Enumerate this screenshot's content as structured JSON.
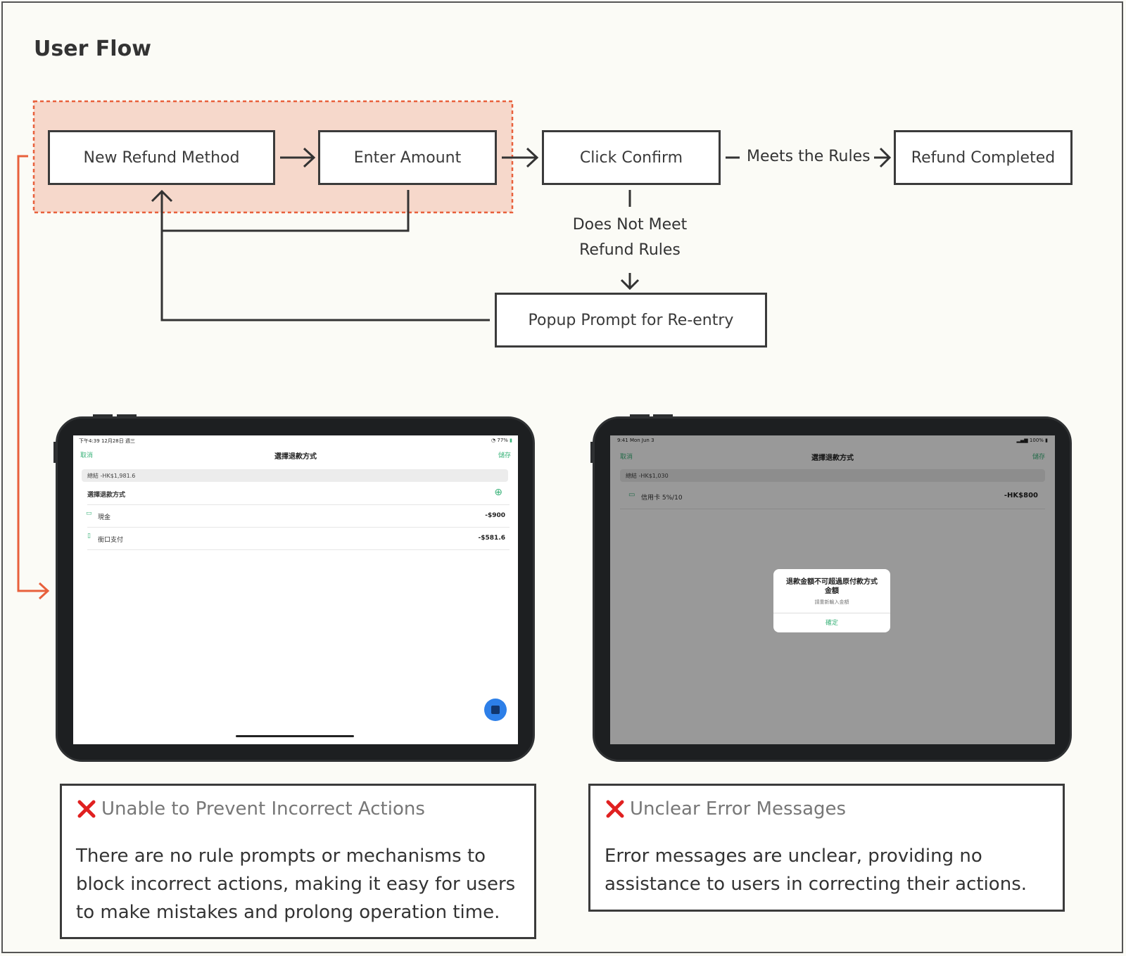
{
  "heading": "User Flow",
  "flow": {
    "new_refund_method": "New Refund Method",
    "enter_amount": "Enter Amount",
    "click_confirm": "Click Confirm",
    "meets_rules": "Meets the Rules",
    "refund_completed": "Refund Completed",
    "not_meet_line1": "Does Not Meet",
    "not_meet_line2": "Refund Rules",
    "popup_prompt": "Popup Prompt for Re-entry"
  },
  "colors": {
    "highlight_fill": "#f6d8cb",
    "highlight_border": "#e8603c",
    "accent_green": "#3bb37a",
    "error_red": "#e02020"
  },
  "tablet_left": {
    "status_left": "下午4:39  12月28日 週三",
    "status_right": "77%",
    "nav_left": "取消",
    "nav_title": "選擇退款方式",
    "nav_right": "儲存",
    "summary": "總結 -HK$1,981.6",
    "section_title": "選擇退款方式",
    "rows": [
      {
        "icon": "cash-icon",
        "label": "現金",
        "amount": "-$900"
      },
      {
        "icon": "terminal-icon",
        "label": "銜口支付",
        "amount": "-$581.6"
      }
    ]
  },
  "tablet_right": {
    "status_left": "9:41  Mon Jun 3",
    "status_right": "100%",
    "nav_left": "取消",
    "nav_title": "選擇退款方式",
    "nav_right": "儲存",
    "summary": "總結 -HK$1,030",
    "row": {
      "icon": "card-icon",
      "label": "信用卡 5%/10",
      "amount": "-HK$800"
    },
    "alert": {
      "title_line1": "退款金額不可超過原付款方式",
      "title_line2": "金額",
      "message": "請重新輸入金額",
      "button": "確定"
    }
  },
  "cards": [
    {
      "title": "Unable to Prevent Incorrect Actions",
      "body": "There are no rule prompts or mechanisms to block incorrect actions, making it easy for users to make mistakes and prolong operation time."
    },
    {
      "title": "Unclear Error Messages",
      "body": "Error messages are unclear, providing no assistance to users in correcting their actions."
    }
  ]
}
